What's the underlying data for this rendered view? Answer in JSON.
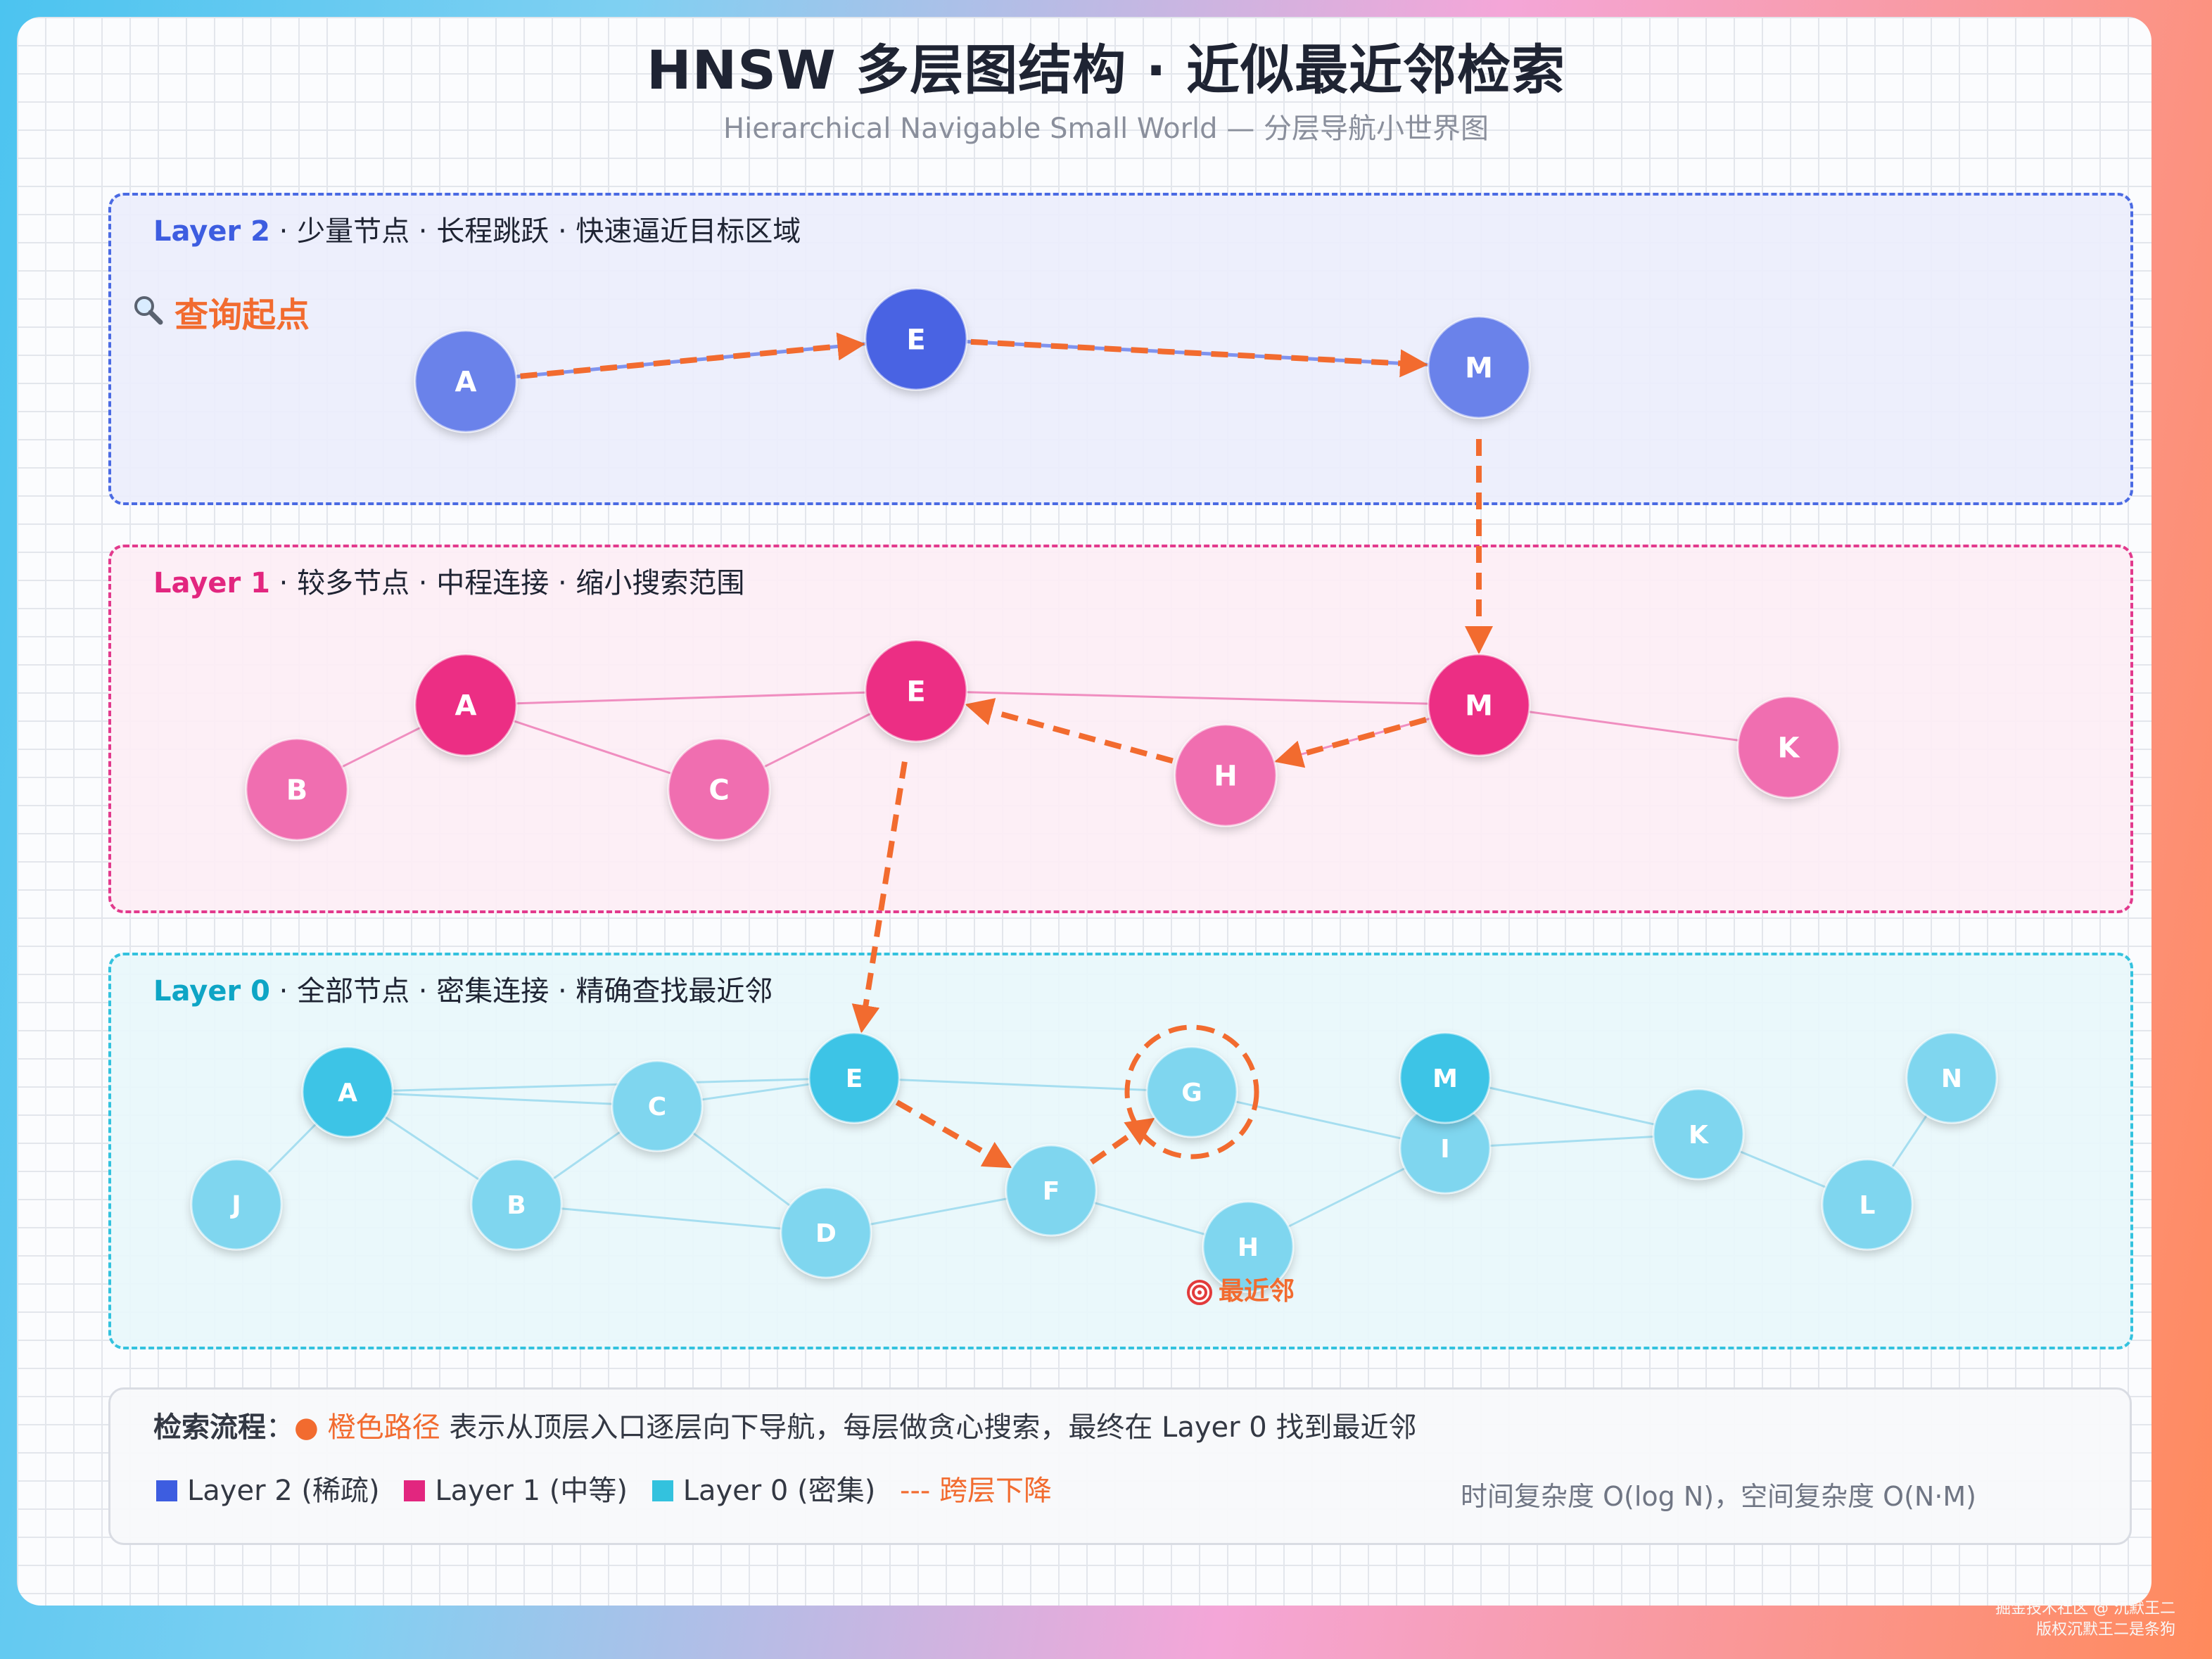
{
  "title": "HNSW 多层图结构 · 近似最近邻检索",
  "subtitle": "Hierarchical Navigable Small World — 分层导航小世界图",
  "colors": {
    "layer2": "#4a6ae3",
    "layer1": "#e2267f",
    "layer0": "#33c2de",
    "path": "#f26b2f"
  },
  "layers": {
    "layer2": {
      "name": "Layer 2",
      "desc": " · 少量节点 · 长程跳跃 · 快速逼近目标区域"
    },
    "layer1": {
      "name": "Layer 1",
      "desc": " · 较多节点 · 中程连接 · 缩小搜索范围"
    },
    "layer0": {
      "name": "Layer 0",
      "desc": " · 全部节点 · 密集连接 · 精确查找最近邻"
    }
  },
  "start_label": "查询起点",
  "start_icon": "magnifier-icon",
  "nearest_label": "最近邻",
  "nearest_icon": "target-icon",
  "graph": {
    "layer2": {
      "nodes": [
        "A",
        "E",
        "M"
      ],
      "edges": [
        [
          "A",
          "E"
        ],
        [
          "E",
          "M"
        ]
      ],
      "path": [
        [
          "A",
          "E"
        ],
        [
          "E",
          "M"
        ]
      ]
    },
    "layer1": {
      "nodes": [
        "A",
        "B",
        "C",
        "E",
        "H",
        "M",
        "K"
      ],
      "edges": [
        [
          "A",
          "B"
        ],
        [
          "A",
          "C"
        ],
        [
          "C",
          "E"
        ],
        [
          "A",
          "E"
        ],
        [
          "E",
          "M"
        ],
        [
          "H",
          "M"
        ],
        [
          "M",
          "K"
        ]
      ],
      "path": [
        [
          "M",
          "H"
        ],
        [
          "H",
          "E"
        ]
      ]
    },
    "layer0": {
      "nodes": [
        "A",
        "J",
        "B",
        "C",
        "E",
        "D",
        "F",
        "G",
        "H",
        "I",
        "M",
        "K",
        "L",
        "N"
      ],
      "edges": [
        [
          "A",
          "J"
        ],
        [
          "A",
          "C"
        ],
        [
          "A",
          "E"
        ],
        [
          "A",
          "B"
        ],
        [
          "B",
          "C"
        ],
        [
          "B",
          "D"
        ],
        [
          "C",
          "E"
        ],
        [
          "C",
          "D"
        ],
        [
          "E",
          "G"
        ],
        [
          "D",
          "F"
        ],
        [
          "F",
          "H"
        ],
        [
          "G",
          "I"
        ],
        [
          "H",
          "I"
        ],
        [
          "I",
          "K"
        ],
        [
          "M",
          "K"
        ],
        [
          "K",
          "L"
        ],
        [
          "L",
          "N"
        ]
      ],
      "path": [
        [
          "E",
          "F"
        ],
        [
          "F",
          "G"
        ]
      ],
      "nearest": "G"
    },
    "descents": [
      [
        "layer2",
        "M",
        "layer1",
        "M"
      ],
      [
        "layer1",
        "E",
        "layer0",
        "E"
      ]
    ]
  },
  "legend": {
    "flow_label": "检索流程",
    "flow_colon": "：",
    "bullet": "●",
    "path_label": "橙色路径",
    "flow_text": " 表示从顶层入口逐层向下导航，每层做贪心搜索，最终在 Layer 0 找到最近邻",
    "items": [
      {
        "label": "Layer 2 (稀疏)",
        "color": "#3d5de0"
      },
      {
        "label": "Layer 1 (中等)",
        "color": "#e2267f"
      },
      {
        "label": "Layer 0 (密集)",
        "color": "#33c2de"
      }
    ],
    "descent_marker": "---",
    "descent_label": "跨层下降",
    "complexity": "时间复杂度 O(log N)，空间复杂度 O(N·M)"
  },
  "watermark": {
    "line1": "掘金技术社区 @ 沉默王二",
    "line2": "版权沉默王二是条狗"
  }
}
